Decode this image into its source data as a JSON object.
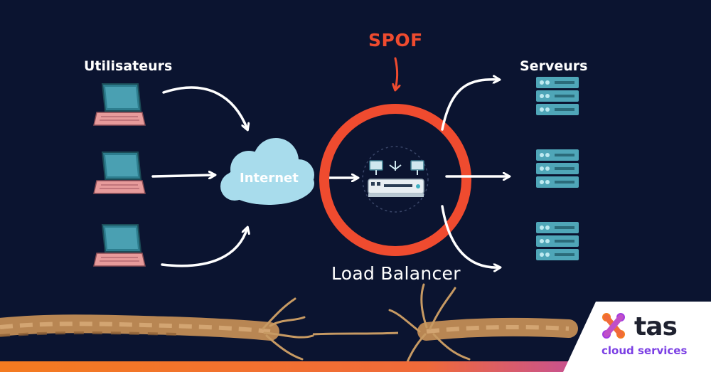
{
  "labels": {
    "users": "Utilisateurs",
    "servers": "Serveurs",
    "spof": "SPOF",
    "internet": "Internet",
    "load_balancer": "Load Balancer"
  },
  "logo": {
    "brand": "tas",
    "tagline": "cloud services"
  },
  "colors": {
    "background": "#0b1430",
    "spof_red": "#ef4b2f",
    "cloud": "#a8dcec",
    "server": "#4fa6b8",
    "laptop_screen": "#3c8ea0",
    "laptop_base": "#e79b9b",
    "rope": "#c79a63",
    "gradient_start": "#f47b20",
    "gradient_end": "#a23be0"
  },
  "icons": [
    "laptop-icon",
    "cloud-icon",
    "load-balancer-icon",
    "server-icon",
    "arrow-icon",
    "rope-image",
    "tas-logo-icon"
  ]
}
